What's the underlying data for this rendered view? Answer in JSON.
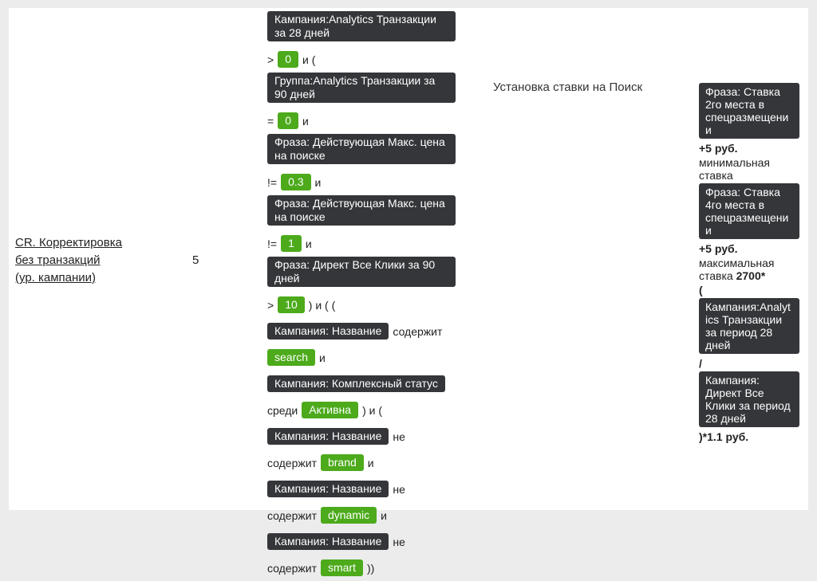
{
  "rule": {
    "name_lines": [
      "CR. Корректировка",
      "без транзакций",
      "(ур. кампании)"
    ],
    "priority": "5",
    "action": "Установка ставки на Поиск"
  },
  "conditions": [
    {
      "type": "dark",
      "text": "Кампания:Analytics Транзакции за 28 дней"
    },
    {
      "type": "line",
      "parts": [
        {
          "t": "text",
          "v": ">"
        },
        {
          "t": "green",
          "v": "0"
        },
        {
          "t": "text",
          "v": "и ("
        }
      ]
    },
    {
      "type": "dark",
      "text": "Группа:Analytics Транзакции за 90 дней"
    },
    {
      "type": "line",
      "parts": [
        {
          "t": "text",
          "v": "="
        },
        {
          "t": "green",
          "v": "0"
        },
        {
          "t": "text",
          "v": "и"
        }
      ]
    },
    {
      "type": "dark",
      "text": "Фраза: Действующая Макс. цена на поиске"
    },
    {
      "type": "line",
      "parts": [
        {
          "t": "text",
          "v": "!="
        },
        {
          "t": "green",
          "v": "0.3"
        },
        {
          "t": "text",
          "v": "и"
        }
      ]
    },
    {
      "type": "dark",
      "text": "Фраза: Действующая Макс. цена на поиске"
    },
    {
      "type": "line",
      "parts": [
        {
          "t": "text",
          "v": "!="
        },
        {
          "t": "green",
          "v": "1"
        },
        {
          "t": "text",
          "v": "и"
        }
      ]
    },
    {
      "type": "dark",
      "text": "Фраза: Директ Все Клики за 90 дней"
    },
    {
      "type": "line",
      "parts": [
        {
          "t": "text",
          "v": ">"
        },
        {
          "t": "green",
          "v": "10"
        },
        {
          "t": "text",
          "v": ") и ( ("
        }
      ]
    },
    {
      "type": "line",
      "parts": [
        {
          "t": "dark",
          "v": "Кампания: Название"
        },
        {
          "t": "text",
          "v": "содержит"
        }
      ]
    },
    {
      "type": "line",
      "parts": [
        {
          "t": "green",
          "v": "search"
        },
        {
          "t": "text",
          "v": "и"
        }
      ]
    },
    {
      "type": "line",
      "parts": [
        {
          "t": "dark",
          "v": "Кампания: Комплексный статус"
        }
      ]
    },
    {
      "type": "line",
      "parts": [
        {
          "t": "text",
          "v": "среди"
        },
        {
          "t": "green",
          "v": "Активна"
        },
        {
          "t": "text",
          "v": ") и ("
        }
      ]
    },
    {
      "type": "line",
      "parts": [
        {
          "t": "dark",
          "v": "Кампания: Название"
        },
        {
          "t": "text",
          "v": "не"
        }
      ]
    },
    {
      "type": "line",
      "parts": [
        {
          "t": "text",
          "v": "содержит"
        },
        {
          "t": "green",
          "v": "brand"
        },
        {
          "t": "text",
          "v": "и"
        }
      ]
    },
    {
      "type": "line",
      "parts": [
        {
          "t": "dark",
          "v": "Кампания: Название"
        },
        {
          "t": "text",
          "v": "не"
        }
      ]
    },
    {
      "type": "line",
      "parts": [
        {
          "t": "text",
          "v": "содержит"
        },
        {
          "t": "green",
          "v": "dynamic"
        },
        {
          "t": "text",
          "v": "и"
        }
      ]
    },
    {
      "type": "line",
      "parts": [
        {
          "t": "dark",
          "v": "Кампания: Название"
        },
        {
          "t": "text",
          "v": "не"
        }
      ]
    },
    {
      "type": "line",
      "parts": [
        {
          "t": "text",
          "v": "содержит"
        },
        {
          "t": "green",
          "v": "smart"
        },
        {
          "t": "text",
          "v": "))"
        }
      ]
    }
  ],
  "formula": [
    {
      "type": "dark",
      "text": "Фраза: Ставка 2го места в спецразмещени и"
    },
    {
      "type": "bold",
      "text": "+5  руб."
    },
    {
      "type": "text",
      "text": "минимальная ставка"
    },
    {
      "type": "dark",
      "text": "Фраза: Ставка 4го места в спецразмещени и"
    },
    {
      "type": "bold",
      "text": "+5  руб."
    },
    {
      "type": "mixed",
      "text": "максимальная ставка ",
      "bold": "2700*"
    },
    {
      "type": "bold",
      "text": "("
    },
    {
      "type": "dark",
      "text": "Кампания:Analyt ics Транзакции за период 28 дней"
    },
    {
      "type": "bold",
      "text": "/"
    },
    {
      "type": "dark",
      "text": "Кампания: Директ Все Клики за период 28 дней"
    },
    {
      "type": "bold",
      "text": ")*1.1  руб."
    }
  ]
}
